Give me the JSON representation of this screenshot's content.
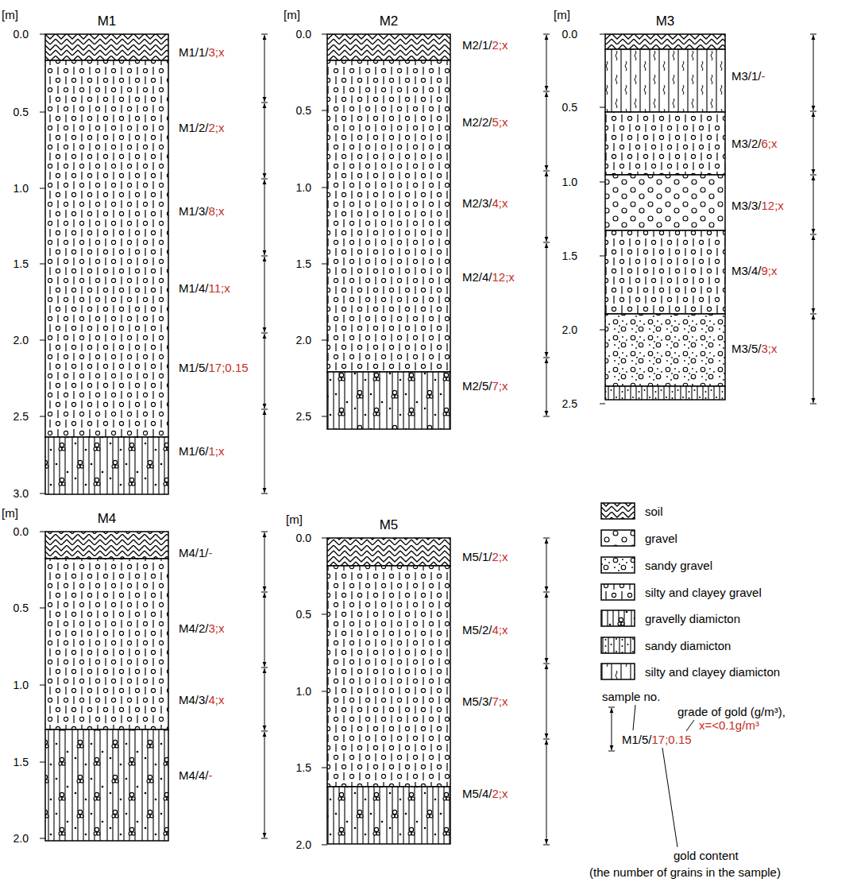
{
  "diagram": {
    "nodes": [
      {
        "text": [
          "M1"
        ]
      },
      {
        "text": [
          "M2"
        ]
      },
      {
        "text": [
          "M3"
        ]
      },
      {
        "text": [
          "M4"
        ]
      },
      {
        "text": [
          "M5"
        ]
      }
    ],
    "labels": [
      "[m]",
      "0.0",
      "0.5",
      "1.0",
      "1.5",
      "2.0",
      "2.5",
      "3.0",
      "M1/1/",
      "3;x",
      "M1/2/",
      "2;x",
      "M1/3/",
      "8;x",
      "M1/4/",
      "11;x",
      "M1/5/",
      "17;0.15",
      "M1/6/",
      "1;x",
      "[m]",
      "0.0",
      "0.5",
      "1.0",
      "1.5",
      "2.0",
      "2.5",
      "M2/1/",
      "2;x",
      "M2/2/",
      "5;x",
      "M2/3/",
      "4;x",
      "M2/4/",
      "12;x",
      "M2/5/",
      "7;x",
      "[m]",
      "0.0",
      "0.5",
      "1.0",
      "1.5",
      "2.0",
      "2.5",
      "M3/1/",
      "-",
      "M3/2/",
      "6;x",
      "M3/3/",
      "12;x",
      "M3/4/",
      "9;x",
      "M3/5/",
      "3;x",
      "[m]",
      "0.0",
      "0.5",
      "1.0",
      "1.5",
      "2.0",
      "M4/1/",
      "-",
      "M4/2/",
      "3;x",
      "M4/3/",
      "4;x",
      "M4/4/",
      "-",
      "[m]",
      "0.0",
      "0.5",
      "1.0",
      "1.5",
      "2.0",
      "M5/1/",
      "2;x",
      "M5/2/",
      "4;x",
      "M5/3/",
      "7;x",
      "M5/4/",
      "2;x",
      "sample no.",
      "M1/5/",
      "17;0.15",
      "grade of gold (g/m³),",
      "x=<0.1g/m³",
      "gold content",
      "(the number of grains in the sample)"
    ],
    "legend": [
      {
        "text": "soil"
      },
      {
        "text": "gravel"
      },
      {
        "text": "sandy gravel"
      },
      {
        "text": "silty and clayey gravel"
      },
      {
        "text": "gravelly diamicton"
      },
      {
        "text": "sandy diamicton"
      },
      {
        "text": "silty and clayey diamicton"
      }
    ]
  }
}
